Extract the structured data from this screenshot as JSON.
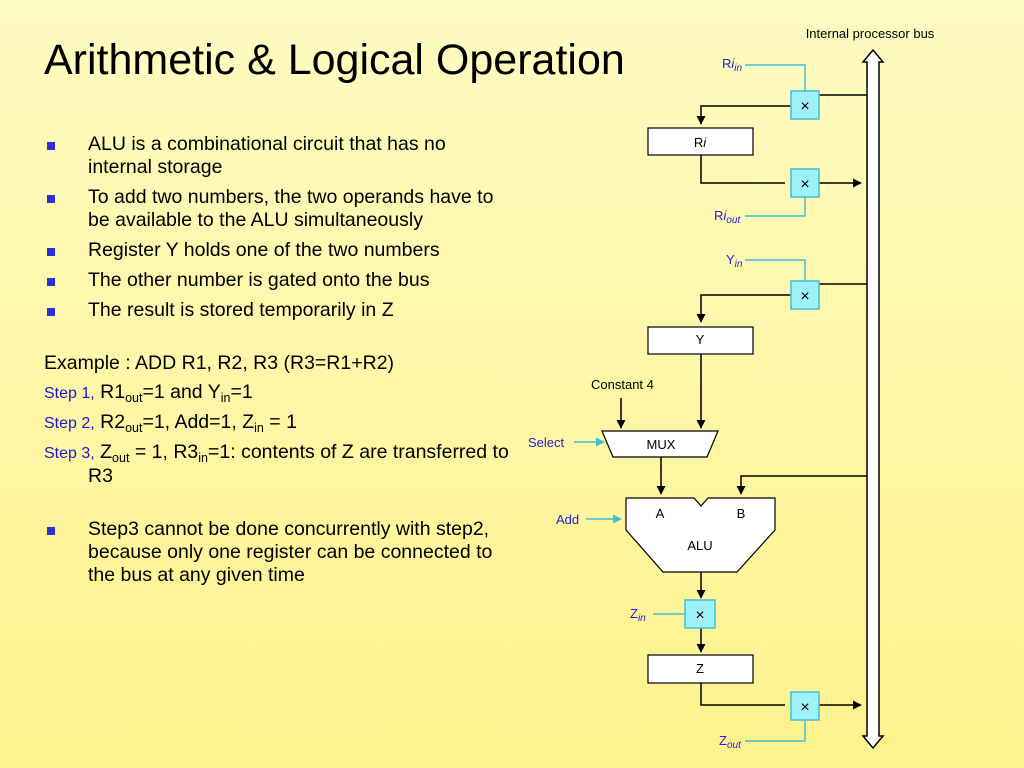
{
  "title": "Arithmetic & Logical Operation",
  "bullets": [
    "ALU is a combinational circuit that has no internal storage",
    "To add two numbers, the two operands have to be available to the ALU simultaneously",
    "Register Y holds one of the two numbers",
    "The other number is gated onto the bus",
    "The result is stored temporarily in Z"
  ],
  "example": "Example : ADD R1, R2, R3 (R3=R1+R2)",
  "steps": [
    {
      "tag": "Step 1,",
      "parts": [
        {
          "t": " R1"
        },
        {
          "t": "out",
          "sub": true
        },
        {
          "t": "=1 and Y"
        },
        {
          "t": "in",
          "sub": true
        },
        {
          "t": "=1"
        }
      ]
    },
    {
      "tag": "Step 2,",
      "parts": [
        {
          "t": " R2"
        },
        {
          "t": "out",
          "sub": true
        },
        {
          "t": "=1, Add=1, Z"
        },
        {
          "t": "in",
          "sub": true
        },
        {
          "t": " = 1"
        }
      ]
    },
    {
      "tag": "Step 3,",
      "parts": [
        {
          "t": " Z"
        },
        {
          "t": "out",
          "sub": true
        },
        {
          "t": " = 1, R3"
        },
        {
          "t": "in",
          "sub": true
        },
        {
          "t": "=1: contents of Z are transferred to R3"
        }
      ]
    }
  ],
  "note": "Step3 cannot be done concurrently with step2, because only one register can be connected to the bus at any given time",
  "diagram": {
    "bus_label": "Internal processor bus",
    "register_ri": "Ri",
    "register_y": "Y",
    "register_z": "Z",
    "constant_label": "Constant 4",
    "mux_label": "MUX",
    "alu_label": "ALU",
    "alu_input_a": "A",
    "alu_input_b": "B",
    "gate_symbol": "×",
    "control_signals": {
      "ri_in": {
        "base": "R",
        "italic": "i",
        "sub": "in"
      },
      "ri_out": {
        "base": "R",
        "italic": "i",
        "sub": "out"
      },
      "y_in": {
        "base": "Y",
        "sub": "in"
      },
      "select": {
        "base": "Select"
      },
      "add": {
        "base": "Add"
      },
      "z_in": {
        "base": "Z",
        "sub": "in"
      },
      "z_out": {
        "base": "Z",
        "sub": "out"
      }
    },
    "colors": {
      "signal": "#2222dd",
      "control_line": "#3fc0d8",
      "gate_fill": "#9ff3f8"
    }
  }
}
